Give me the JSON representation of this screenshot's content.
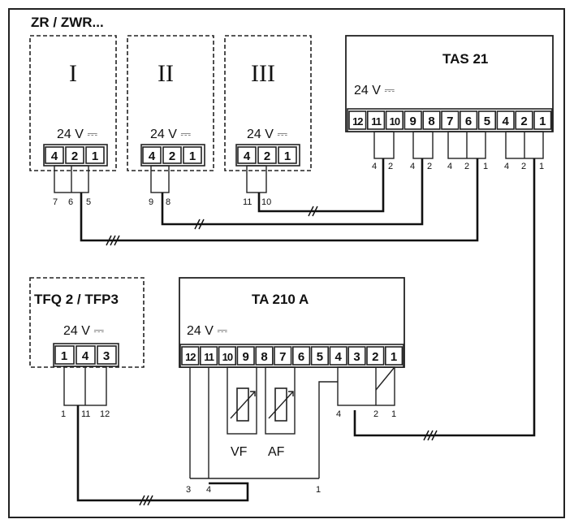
{
  "header": {
    "title": "ZR / ZWR..."
  },
  "zr_units": [
    {
      "roman": "I",
      "voltage": "24 V ⎓",
      "pins": [
        "4",
        "2",
        "1"
      ]
    },
    {
      "roman": "II",
      "voltage": "24 V ⎓",
      "pins": [
        "4",
        "2",
        "1"
      ]
    },
    {
      "roman": "III",
      "voltage": "24 V ⎓",
      "pins": [
        "4",
        "2",
        "1"
      ]
    }
  ],
  "tas21": {
    "title": "TAS 21",
    "voltage": "24 V ⎓",
    "pins": [
      "12",
      "11",
      "10",
      "9",
      "8",
      "7",
      "6",
      "5",
      "4",
      "2",
      "1"
    ],
    "taps": [
      "4",
      "2",
      "4",
      "2",
      "4",
      "2",
      "1",
      "4",
      "2",
      "1"
    ]
  },
  "zr_taps": [
    "7",
    "6",
    "5",
    "9",
    "8",
    "11",
    "10"
  ],
  "tfq": {
    "title": "TFQ 2 / TFP3",
    "voltage": "24 V ⎓",
    "pins": [
      "1",
      "4",
      "3"
    ],
    "taps": [
      "1",
      "11",
      "12"
    ]
  },
  "ta210": {
    "title": "TA 210 A",
    "voltage": "24 V ⎓",
    "pins": [
      "12",
      "11",
      "10",
      "9",
      "8",
      "7",
      "6",
      "5",
      "4",
      "3",
      "2",
      "1"
    ],
    "taps": [
      "4",
      "2",
      "1"
    ],
    "bottom_taps": [
      "3",
      "4",
      "1"
    ],
    "sensors": [
      "VF",
      "AF"
    ]
  }
}
